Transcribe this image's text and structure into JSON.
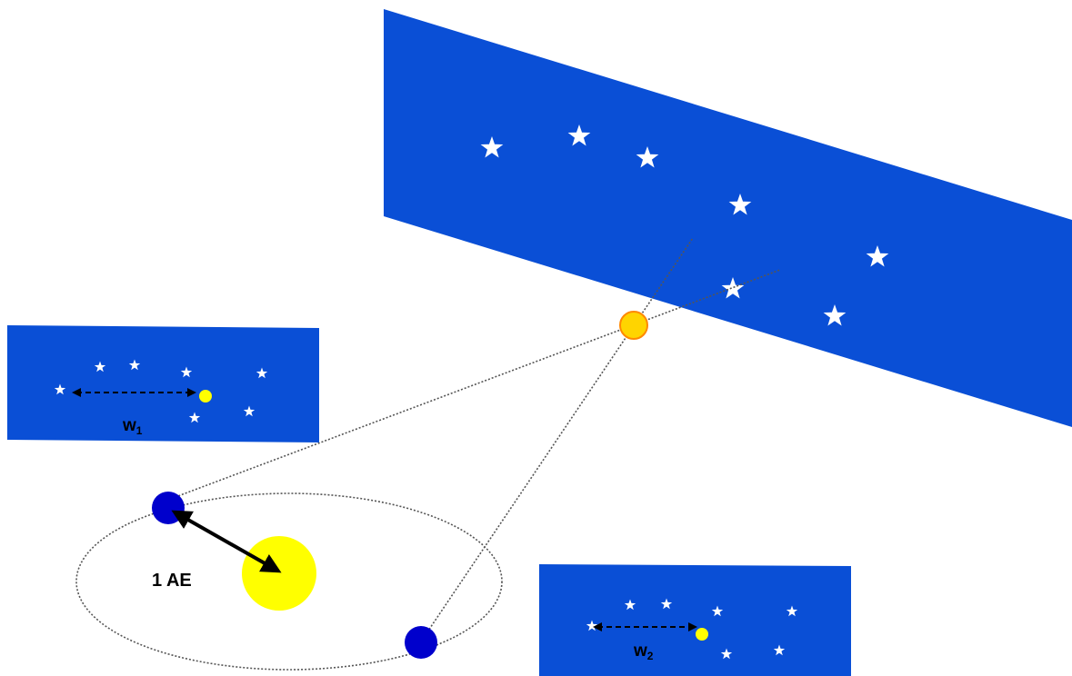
{
  "labels": {
    "distance": "1 AE",
    "w1_main": "w",
    "w1_sub": "1",
    "w2_main": "w",
    "w2_sub": "2"
  },
  "colors": {
    "sky_panel": "#0a4fd6",
    "star": "#ffffff",
    "sun": "#ffff00",
    "earth": "#0000cc",
    "target_star_fill": "#ffd400",
    "target_star_outline": "#ff8800",
    "orbit_line": "#555555",
    "arrow": "#000000"
  },
  "icons": {
    "star": "five-point-star",
    "sun": "filled-circle",
    "earth": "filled-circle"
  }
}
